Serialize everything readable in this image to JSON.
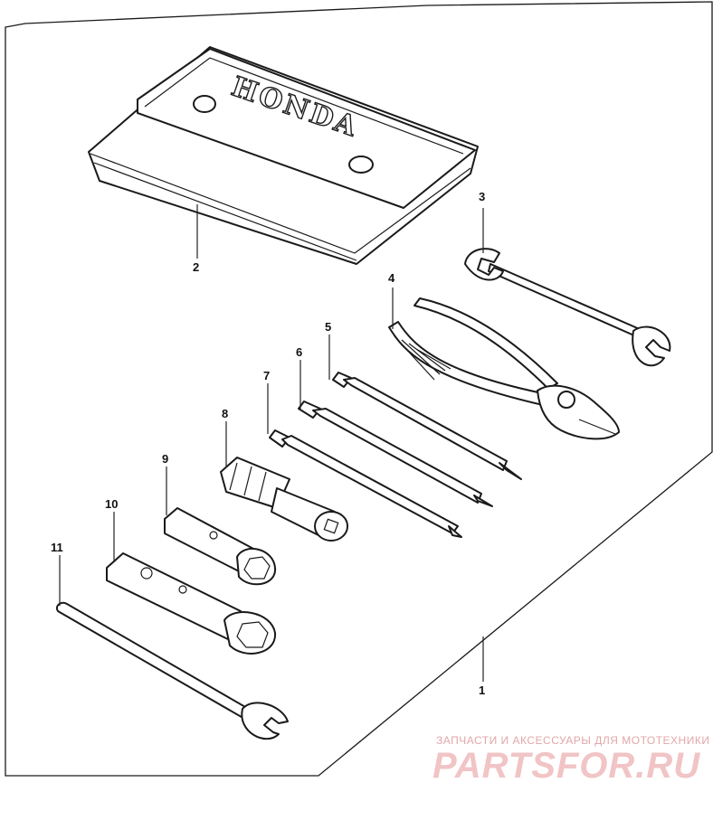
{
  "pouch": {
    "brand": "HONDA"
  },
  "callouts": {
    "kit": "1",
    "pouch": "2",
    "wrench": "3",
    "pliers": "4",
    "screwdriver_a": "5",
    "screwdriver_b": "6",
    "screwdriver_c": "7",
    "handle": "8",
    "plug_wrench_small": "9",
    "plug_wrench_large": "10",
    "bar": "11"
  },
  "watermark": {
    "tagline": "ЗАПЧАСТИ И АКСЕССУАРЫ ДЛЯ МОТОТЕХНИКИ",
    "site": "PARTSFOR.RU"
  },
  "colors": {
    "ink": "#1a1a1a",
    "watermark": "#e2a7aa"
  }
}
